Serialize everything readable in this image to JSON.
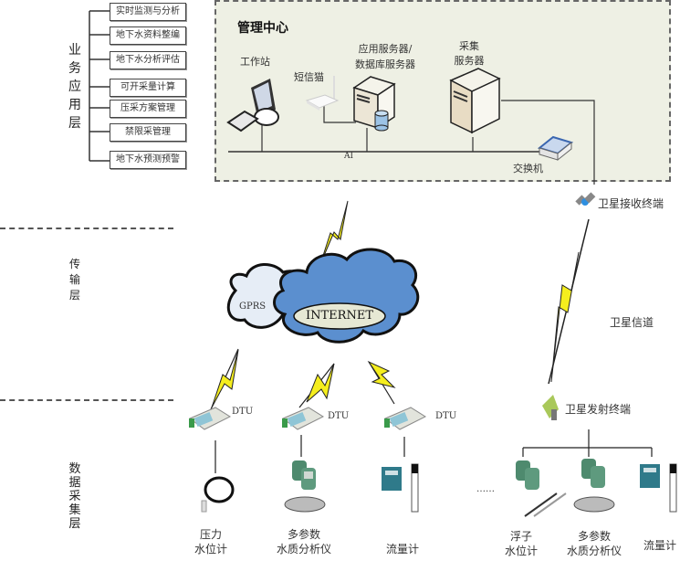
{
  "layers": {
    "business": "业务应用层",
    "transport": "传输层",
    "collection": "数据采集层"
  },
  "business_items": [
    "实时监测与分析",
    "地下水资料整编",
    "地下水分析评估",
    "可开采量计算",
    "压采方案管理",
    "禁限采管理",
    "地下水预测预警"
  ],
  "management_center": {
    "title": "管理中心",
    "workstation": "工作站",
    "sms_modem": "短信猫",
    "app_server_line1": "应用服务器/",
    "app_server_line2": "数据库服务器",
    "collect_server_line1": "采集",
    "collect_server_line2": "服务器",
    "bus_label": "AI",
    "switch": "交换机"
  },
  "transport": {
    "gprs": "GPRS",
    "internet": "INTERNET",
    "sat_receiver": "卫星接收终端",
    "sat_channel": "卫星信道",
    "sat_transmitter": "卫星发射终端"
  },
  "devices": {
    "dtu": "DTU",
    "ellipsis": "……",
    "pressure_l1": "压力",
    "pressure_l2": "水位计",
    "multiparam_l1": "多参数",
    "multiparam_l2": "水质分析仪",
    "flowmeter": "流量计",
    "float_l1": "浮子",
    "float_l2": "水位计"
  },
  "colors": {
    "mgmt_bg": "#eef0e4",
    "cloud_blue": "#5b8fcf",
    "gprs_cloud": "#e6edf6",
    "bolt_yellow": "#f5ee1e",
    "device_green": "#4e8a6e"
  }
}
